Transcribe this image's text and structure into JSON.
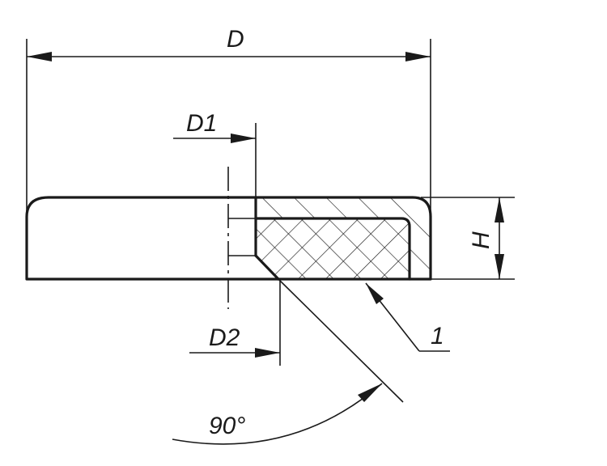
{
  "labels": {
    "D": "D",
    "D1": "D1",
    "D2": "D2",
    "H": "H",
    "item": "1",
    "angle": "90°"
  }
}
